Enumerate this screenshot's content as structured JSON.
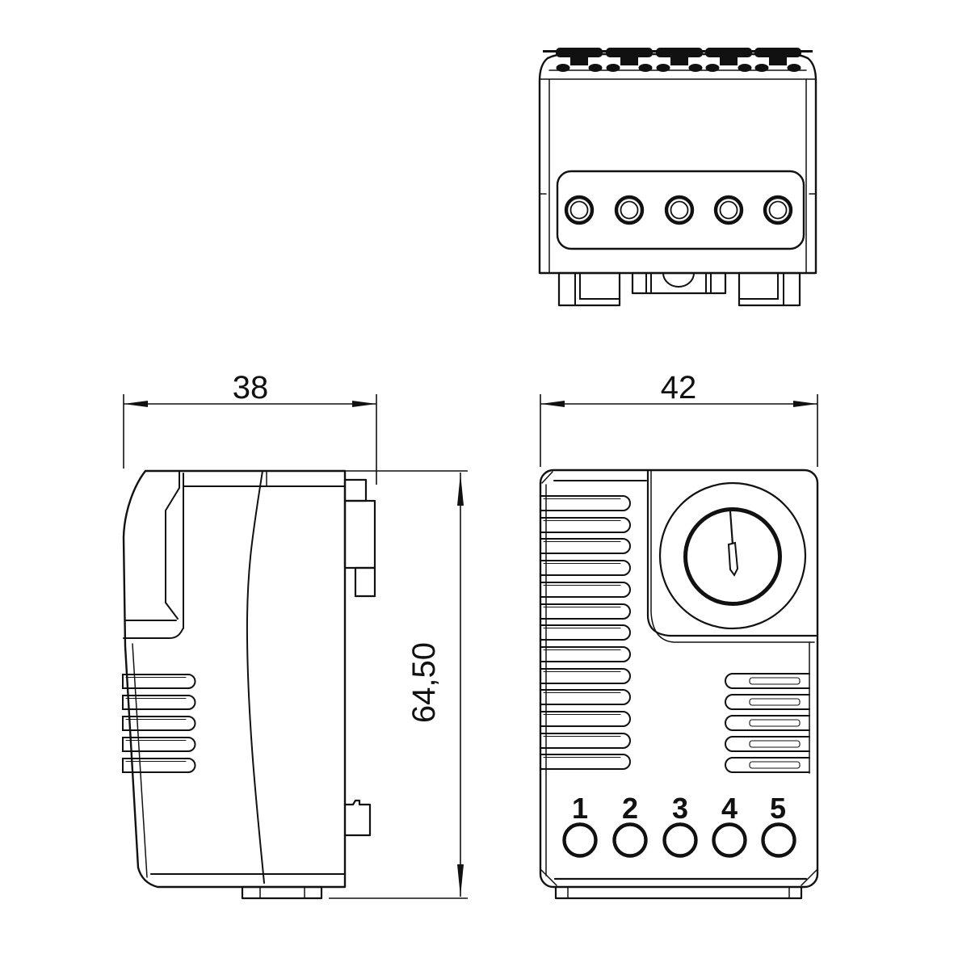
{
  "drawing": {
    "background": "#ffffff",
    "line_color": "#111111",
    "dimensions": {
      "side_view_width": "38",
      "front_view_width": "42",
      "overall_height": "64,50"
    },
    "front_view": {
      "terminal_labels": [
        "1",
        "2",
        "3",
        "4",
        "5"
      ]
    }
  }
}
